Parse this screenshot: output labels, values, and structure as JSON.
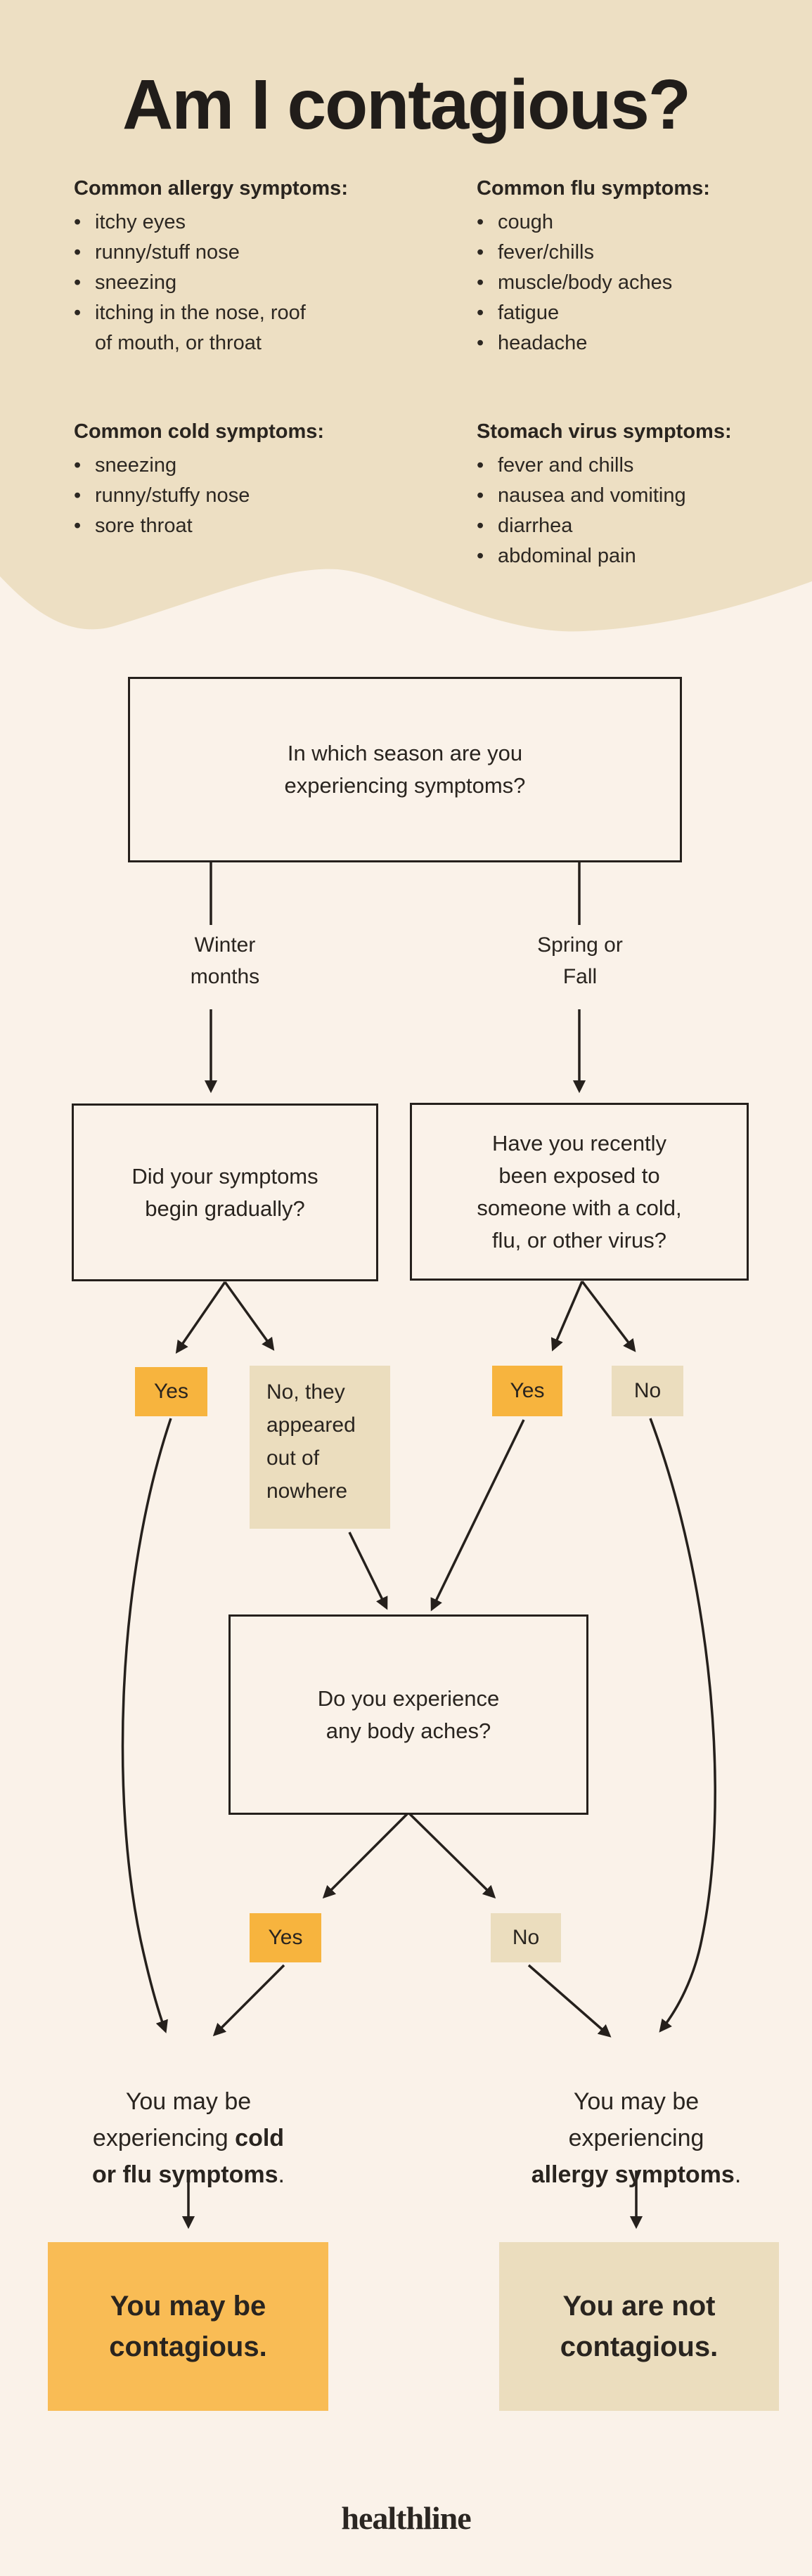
{
  "colors": {
    "band_tan": "#EDDFC3",
    "background_cream": "#FAF2E9",
    "badge_orange": "#F7B43E",
    "badge_tan": "#EBDDBE",
    "box_orange": "#F9BC55",
    "ink": "#29241F"
  },
  "title": "Am I contagious?",
  "symptom_lists": [
    {
      "heading": "Common allergy symptoms:",
      "items": [
        "itchy eyes",
        "runny/stuff nose",
        "sneezing",
        "itching in the nose, roof\nof mouth, or throat"
      ]
    },
    {
      "heading": "Common flu symptoms:",
      "items": [
        "cough",
        "fever/chills",
        "muscle/body aches",
        "fatigue",
        "headache"
      ]
    },
    {
      "heading": "Common cold symptoms:",
      "items": [
        "sneezing",
        "runny/stuffy nose",
        "sore throat"
      ]
    },
    {
      "heading": "Stomach virus symptoms:",
      "items": [
        "fever and chills",
        "nausea and vomiting",
        "diarrhea",
        "abdominal pain"
      ]
    }
  ],
  "flowchart": {
    "question_season": "In which season are you\nexperiencing symptoms?",
    "branch_winter": "Winter\nmonths",
    "branch_spring_fall": "Spring or\nFall",
    "question_gradual": "Did your symptoms\nbegin gradually?",
    "question_exposed": "Have you recently\nbeen exposed to\nsomeone with a cold,\nflu, or other virus?",
    "question_body_aches": "Do you experience\nany body aches?",
    "answer_yes": "Yes",
    "answer_no": "No",
    "answer_no_nowhere": "No, they\nappeared\nout of\nnowhere",
    "result_cold_flu": {
      "pre": "You may be\nexperiencing ",
      "bold": "cold\nor flu symptoms",
      "post": "."
    },
    "result_allergy": {
      "pre": "You may be\nexperiencing\n",
      "bold": "allergy symptoms",
      "post": "."
    },
    "outcome_contagious": "You may be\ncontagious.",
    "outcome_not_contagious": "You are not\ncontagious."
  },
  "footer": {
    "logo": "healthline"
  }
}
